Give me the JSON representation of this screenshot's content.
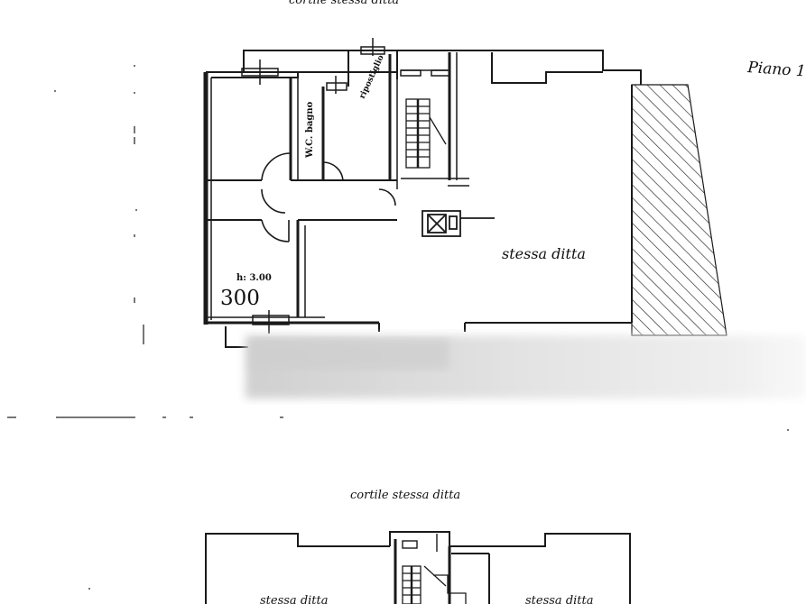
{
  "labels": {
    "top_cut": "cortile stessa ditta",
    "piano": "Piano 1",
    "stessa_ditta_main": "stessa ditta",
    "wc_bagno": "W.C. bagno",
    "ripostiglio": "ripostiglio",
    "height": "h: 3.00",
    "height_big": "300",
    "cortile": "cortile stessa ditta",
    "lower_left": "stessa ditta",
    "lower_right": "stessa ditta"
  },
  "colors": {
    "ink": "#1a1a1a",
    "blur": "#d6d6d6"
  }
}
